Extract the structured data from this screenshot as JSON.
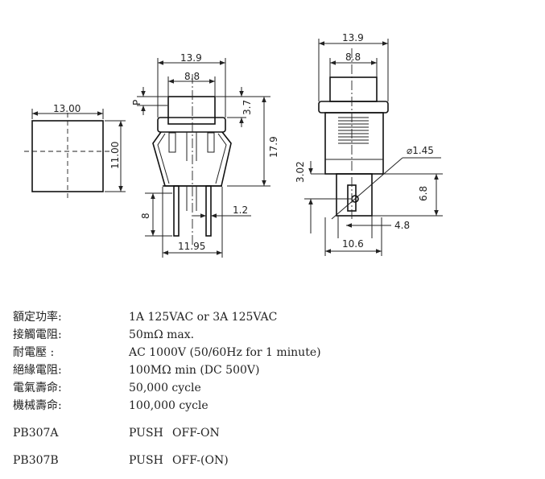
{
  "dimensions": {
    "front_view": {
      "p": "P",
      "width_outer": "13.9",
      "width_cap": "8.8",
      "cap_height": "3.7",
      "total_height": "17.9",
      "pin_length": "8",
      "pin_width": "1.2",
      "base_width": "11.95"
    },
    "cutout": {
      "width": "13.00",
      "height": "11.00"
    },
    "side_view": {
      "width_outer": "13.9",
      "width_cap": "8.8",
      "hole_diameter": "⌀1.45",
      "pin_offset": "3.02",
      "pin_height": "6.8",
      "pin_spacing": "4.8",
      "base_width": "10.6"
    }
  },
  "specs": [
    {
      "label": "額定功率:",
      "value": "1A 125VAC or 3A 125VAC"
    },
    {
      "label": "接觸電阻:",
      "value": "50mΩ max."
    },
    {
      "label": "耐電壓  :",
      "value": "AC 1000V (50/60Hz for 1 minute)"
    },
    {
      "label": "絕緣電阻:",
      "value": "100MΩ min (DC 500V)"
    },
    {
      "label": "電氣壽命:",
      "value": "50,000 cycle"
    },
    {
      "label": "機械壽命:",
      "value": "100,000 cycle"
    }
  ],
  "models": [
    {
      "name": "PB307A",
      "type": "PUSH",
      "action": "OFF-ON"
    },
    {
      "name": "PB307B",
      "type": "PUSH",
      "action": "OFF-(ON)"
    }
  ]
}
